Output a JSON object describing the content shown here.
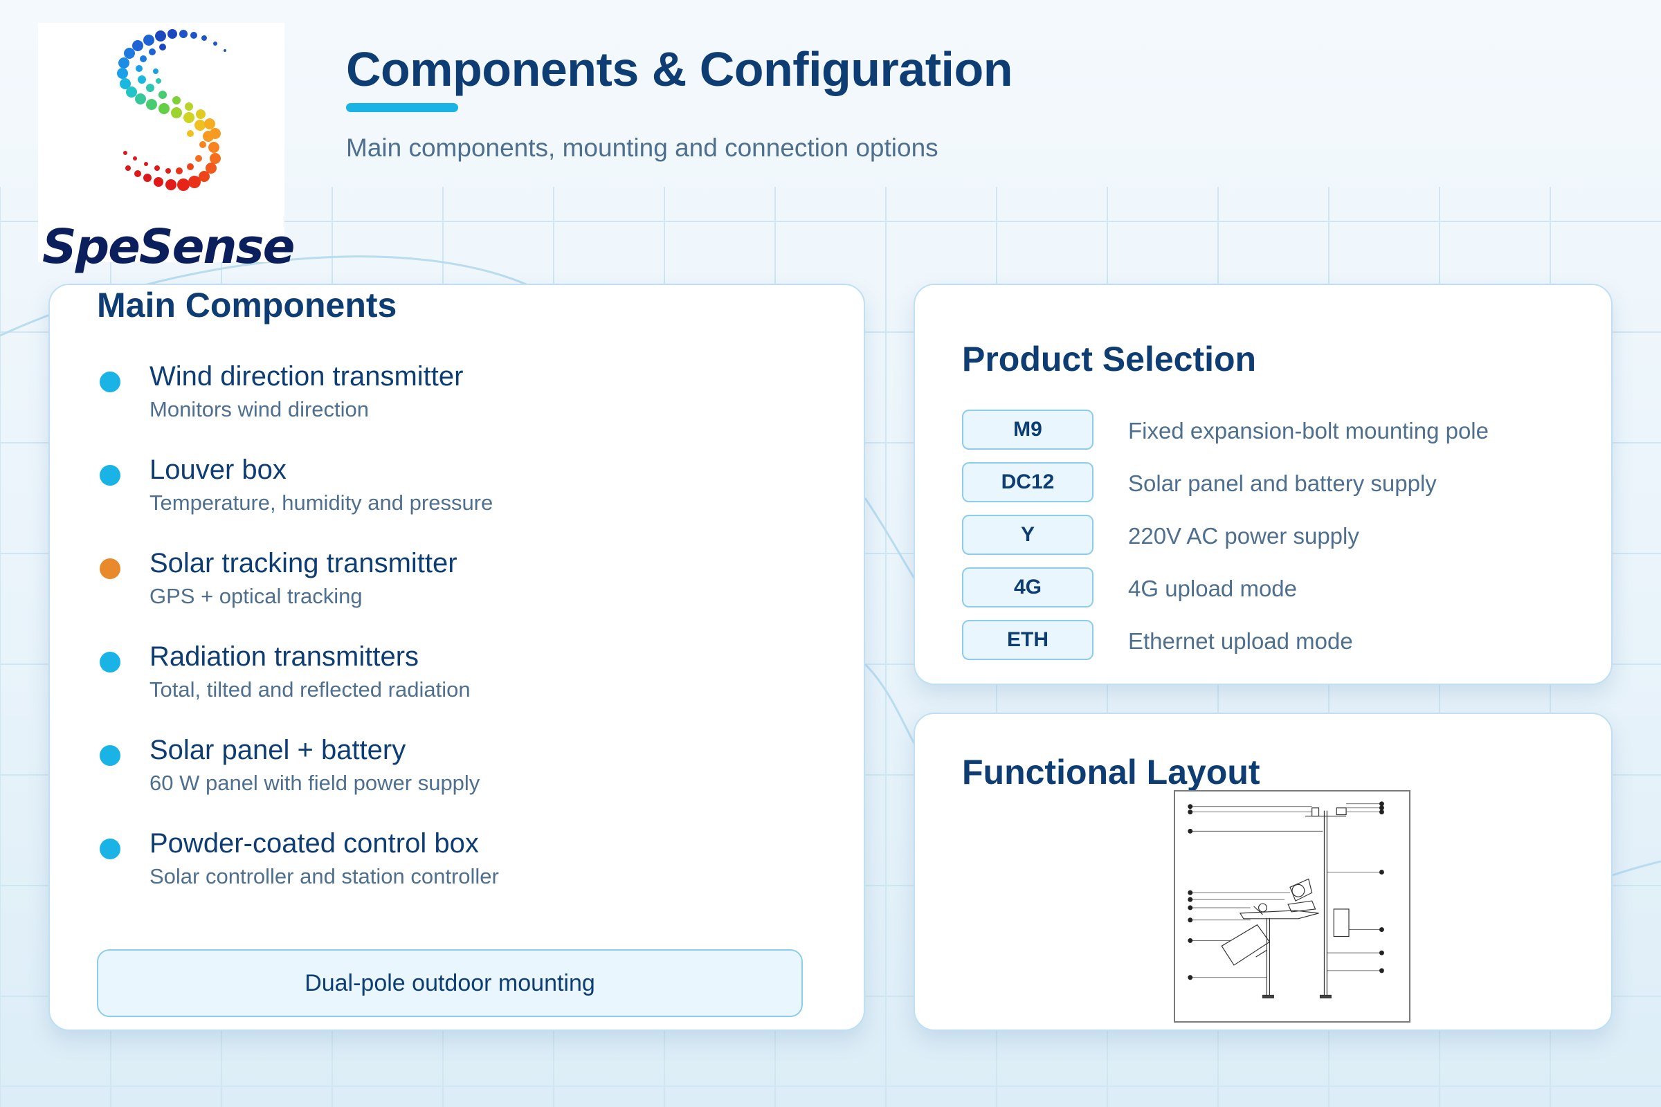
{
  "brand": {
    "logo_text": "SpeSense"
  },
  "header": {
    "title": "Components & Configuration",
    "subtitle": "Main components, mounting and connection options"
  },
  "main_components": {
    "title": "Main Components",
    "items": [
      {
        "name": "Wind direction transmitter",
        "description": "Monitors wind direction",
        "dot_color": "#1ab3e6"
      },
      {
        "name": "Louver box",
        "description": "Temperature, humidity and pressure",
        "dot_color": "#1ab3e6"
      },
      {
        "name": "Solar tracking transmitter",
        "description": "GPS + optical tracking",
        "dot_color": "#e88a2b"
      },
      {
        "name": "Radiation transmitters",
        "description": "Total, tilted and reflected radiation",
        "dot_color": "#1ab3e6"
      },
      {
        "name": "Solar panel + battery",
        "description": "60 W panel with field power supply",
        "dot_color": "#1ab3e6"
      },
      {
        "name": "Powder-coated control box",
        "description": "Solar controller and station controller",
        "dot_color": "#1ab3e6"
      }
    ],
    "mount_label": "Dual-pole outdoor mounting"
  },
  "product_selection": {
    "title": "Product Selection",
    "rows": [
      {
        "code": "M9",
        "description": "Fixed expansion-bolt mounting pole"
      },
      {
        "code": "DC12",
        "description": "Solar panel and battery supply"
      },
      {
        "code": "Y",
        "description": "220V AC power supply"
      },
      {
        "code": "4G",
        "description": "4G upload mode"
      },
      {
        "code": "ETH",
        "description": "Ethernet upload mode"
      }
    ]
  },
  "functional_layout": {
    "title": "Functional Layout"
  },
  "colors": {
    "primary": "#0d3d73",
    "accent": "#1ab3e6",
    "highlight": "#e88a2b",
    "muted": "#4f6f8f"
  }
}
